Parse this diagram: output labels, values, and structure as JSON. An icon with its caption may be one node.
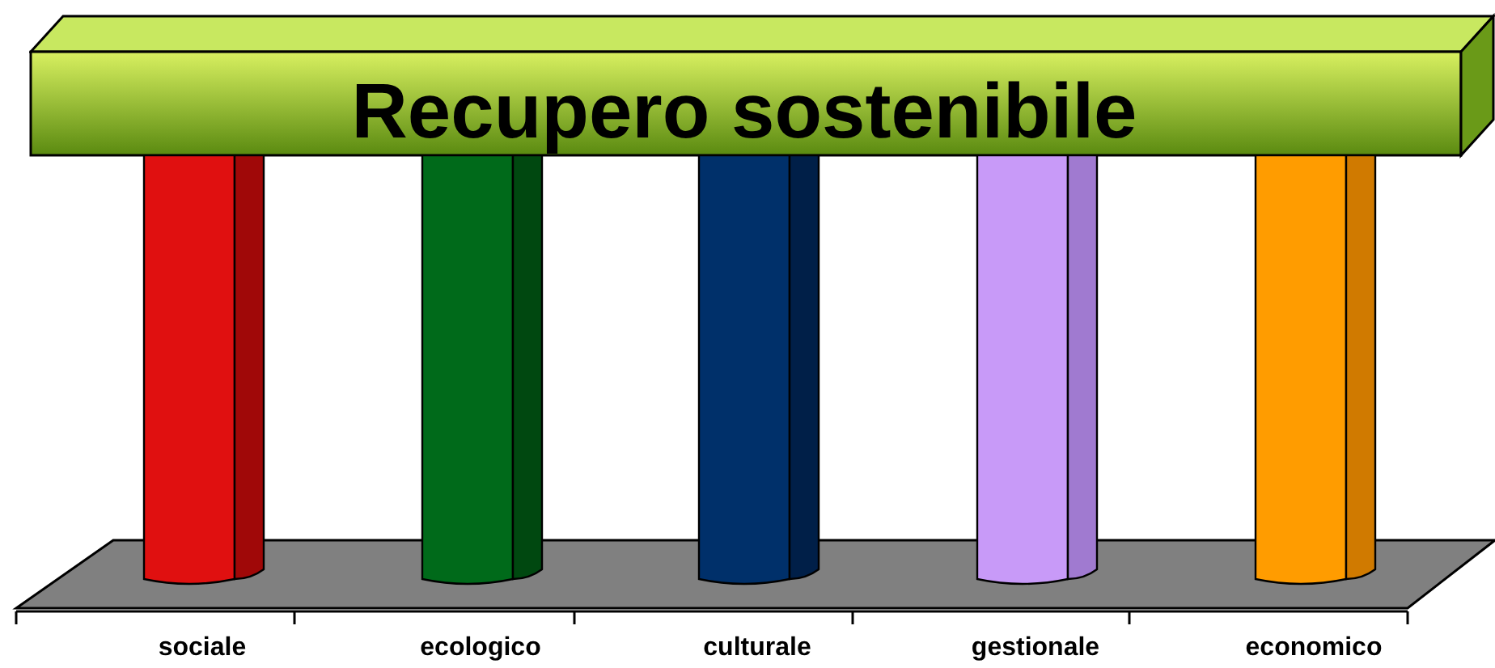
{
  "diagram": {
    "nodes": [
      {
        "text": [
          "Recupero sostenibile"
        ]
      },
      {
        "text": [
          "sociale"
        ]
      },
      {
        "text": [
          "ecologico"
        ]
      },
      {
        "text": [
          "culturale"
        ]
      },
      {
        "text": [
          "gestionale"
        ]
      },
      {
        "text": [
          "economico"
        ]
      }
    ],
    "edges": []
  }
}
